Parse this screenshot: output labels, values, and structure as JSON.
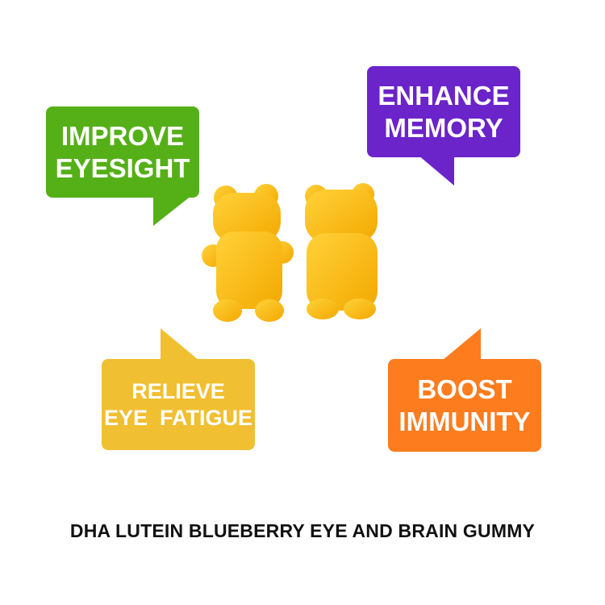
{
  "bubbles": {
    "green": {
      "lines": [
        "IMPROVE",
        "EYESIGHT"
      ],
      "color": "#55b018"
    },
    "purple": {
      "lines": [
        "ENHANCE",
        "MEMORY"
      ],
      "color": "#6a24c9"
    },
    "yellow": {
      "lines": [
        "RELIEVE",
        "EYE  FATIGUE"
      ],
      "color": "#f1bf32"
    },
    "orange": {
      "lines": [
        "BOOST",
        "IMMUNITY"
      ],
      "color": "#fd7c1e"
    }
  },
  "gummy_color": "#fcb914",
  "caption": "DHA LUTEIN BLUEBERRY EYE AND BRAIN GUMMY"
}
